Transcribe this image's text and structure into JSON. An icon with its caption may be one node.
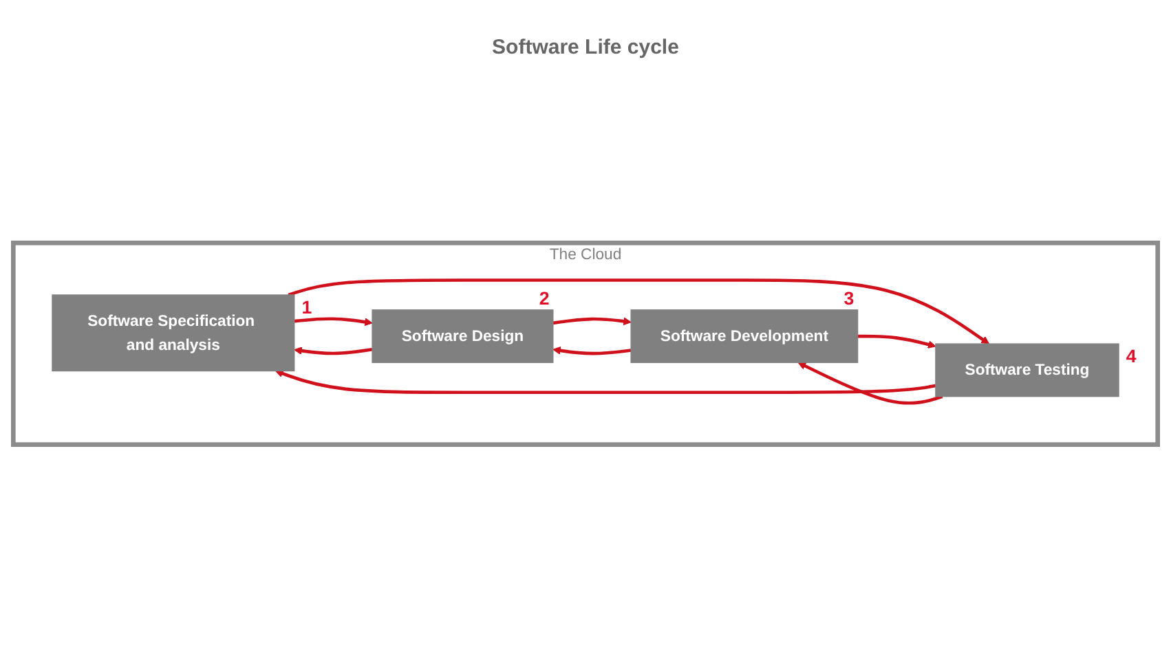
{
  "diagram": {
    "nodes": [
      {
        "text": [
          "The Cloud"
        ]
      },
      {
        "text": [
          "Software Specification and analysis"
        ],
        "beside": [
          "1"
        ],
        "in": 0
      },
      {
        "text": [
          "Software Design"
        ],
        "beside": [
          "2"
        ],
        "in": 0
      },
      {
        "text": [
          "Software Development"
        ],
        "beside": [
          "3"
        ],
        "in": 0
      },
      {
        "text": [
          "Software Testing"
        ],
        "beside": [
          "4"
        ],
        "in": 0
      }
    ],
    "edges": [
      {
        "from": 1,
        "to": 2,
        "arrow": "to"
      },
      {
        "from": 2,
        "to": 1,
        "arrow": "to"
      },
      {
        "from": 4,
        "to": 1,
        "arrow": "to"
      },
      {
        "from": 1,
        "to": 4,
        "arrow": "to"
      },
      {
        "from": 3,
        "to": 2,
        "arrow": "to"
      },
      {
        "from": 2,
        "to": 3,
        "arrow": "to"
      },
      {
        "from": 4,
        "to": 3,
        "arrow": "to"
      },
      {
        "from": 3,
        "to": 4,
        "arrow": "to"
      }
    ],
    "labels": [
      "Software Life cycle"
    ]
  }
}
